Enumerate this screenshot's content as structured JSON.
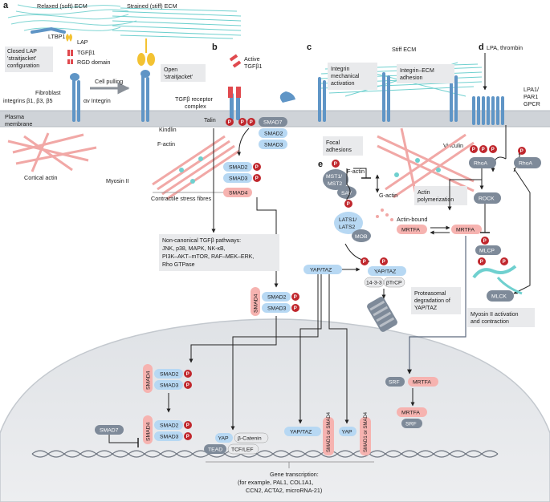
{
  "panels": {
    "a": "a",
    "b": "b",
    "c": "c",
    "d": "d",
    "e": "e"
  },
  "labels": {
    "relaxed_ecm": "Relaxed (soft) ECM",
    "strained_ecm": "Strained (stiff) ECM",
    "ltbp1": "LTBP1",
    "lap": "LAP",
    "tgfb1": "TGFβ1",
    "rgd_domain": "RGD domain",
    "closed_lap_1": "Closed LAP",
    "closed_lap_2": "'straitjacket'",
    "closed_lap_3": "configuration",
    "open_straitjacket_1": "Open",
    "open_straitjacket_2": "'straitjacket'",
    "cell_pulling": "Cell pulling",
    "fibroblast_integrins_1": "Fibroblast",
    "fibroblast_integrins_2": "integrins β1, β3, β5",
    "av_integrin": "αv Integrin",
    "plasma_membrane_1": "Plasma",
    "plasma_membrane_2": "membrane",
    "cortical_actin": "Cortical actin",
    "kindlin": "Kindlin",
    "talin": "Talin",
    "f_actin_a": "F-actin",
    "myosin_ii": "Myosin II",
    "contractile_stress_fibres": "Contractile stress fibres",
    "active_tgfb1_1": "Active",
    "active_tgfb1_2": "TGFβ1",
    "tgfb_receptor_1": "TGFβ receptor",
    "tgfb_receptor_2": "complex",
    "stiff_ecm": "Stiff ECM",
    "integrin_mech_1": "Integrin",
    "integrin_mech_2": "mechanical",
    "integrin_mech_3": "activation",
    "integrin_ecm_1": "Integrin–ECM",
    "integrin_ecm_2": "adhesion",
    "focal_adhesions_1": "Focal",
    "focal_adhesions_2": "adhesions",
    "vinculin": "Vinculin",
    "f_actin_c": "F-actin",
    "g_actin": "G-actin",
    "actin_poly_1": "Actin",
    "actin_poly_2": "polymerization",
    "actin_bound": "Actin-bound",
    "lpa_thrombin": "LPA, thrombin",
    "lpa1_par1_1": "LPA1/",
    "lpa1_par1_2": "PAR1",
    "lpa1_par1_3": "GPCR",
    "non_canonical": [
      "Non-canonical TGFβ pathways:",
      "JNK, p38, MAPK, NK-κB,",
      "PI3K–AKT–mTOR, RAF–MEK–ERK,",
      "Rho GTPase"
    ],
    "proteasomal": [
      "Proteasomal",
      "degradation of",
      "YAP/TAZ"
    ],
    "myosin_ii_activation": [
      "Myosin II activation",
      "and contraction"
    ],
    "gene_transcription_1": "Gene transcription:",
    "gene_transcription_2": "(for example, PAL1, COL1A1,",
    "gene_transcription_3": "CCN2, ACTA2, microRNA-21)"
  },
  "molecules": {
    "smad7": "SMAD7",
    "smad2": "SMAD2",
    "smad3": "SMAD3",
    "smad4": "SMAD4",
    "mst1_mst2_1": "MST1/",
    "mst1_mst2_2": "MST2",
    "sav": "SAV",
    "lats_1": "LATS1/",
    "lats_2": "LATS2",
    "mob": "MOB",
    "yap_taz": "YAP/TAZ",
    "protein_1433": "14-3-3",
    "btrcp": "βTrCP",
    "mrtfa": "MRTFA",
    "rhoa": "RhoA",
    "rock": "ROCK",
    "mlcp": "MLCP",
    "mlck": "MLCK",
    "yap": "YAP",
    "beta_catenin": "β-Catenin",
    "tead": "TEAD",
    "tcf_lef": "TCF/LEF",
    "smad1_or_smad4": "SMAD1 or SMAD4",
    "srf": "SRF",
    "p": "P"
  },
  "colors": {
    "smad_blue": "#b7d8f3",
    "smad4_pink": "#f6b3b0",
    "grey_protein": "#7e8a99",
    "phospho_red": "#c0272d",
    "membrane_grey": "#cfd3d8",
    "nucleus_grey": "#e6e8eb",
    "ecm_teal": "#6fd0cf",
    "integrin_blue": "#5f95c6",
    "actin_pink": "#f1a8a6",
    "lap_yellow": "#f3c232",
    "note_bg": "#e9eaec"
  }
}
